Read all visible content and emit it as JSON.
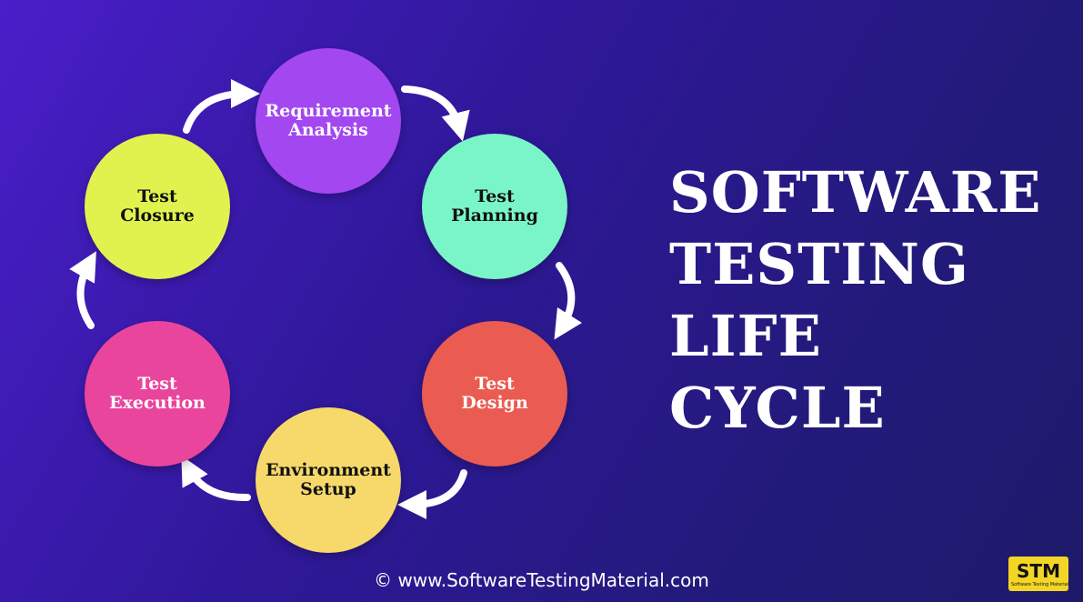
{
  "colors": {
    "requirement_analysis": "#a347f0",
    "test_planning": "#7af5c8",
    "test_design": "#ea5b51",
    "environment_setup": "#f7d86a",
    "test_execution": "#e9459d",
    "test_closure": "#e1f24e",
    "arrow": "#ffffff",
    "logo_bg": "#f3d526"
  },
  "phases": [
    {
      "id": "requirement_analysis",
      "label": "Requirement\nAnalysis",
      "text_color": "#ffffff"
    },
    {
      "id": "test_planning",
      "label": "Test\nPlanning",
      "text_color": "#111111"
    },
    {
      "id": "test_design",
      "label": "Test\nDesign",
      "text_color": "#ffffff"
    },
    {
      "id": "environment_setup",
      "label": "Environment\nSetup",
      "text_color": "#111111"
    },
    {
      "id": "test_execution",
      "label": "Test\nExecution",
      "text_color": "#ffffff"
    },
    {
      "id": "test_closure",
      "label": "Test\nClosure",
      "text_color": "#111111"
    }
  ],
  "title": "SOFTWARE\nTESTING\nLIFE\nCYCLE",
  "footer": "© www.SoftwareTestingMaterial.com",
  "logo": {
    "mark": "STM",
    "tagline": "Software Testing Material"
  }
}
